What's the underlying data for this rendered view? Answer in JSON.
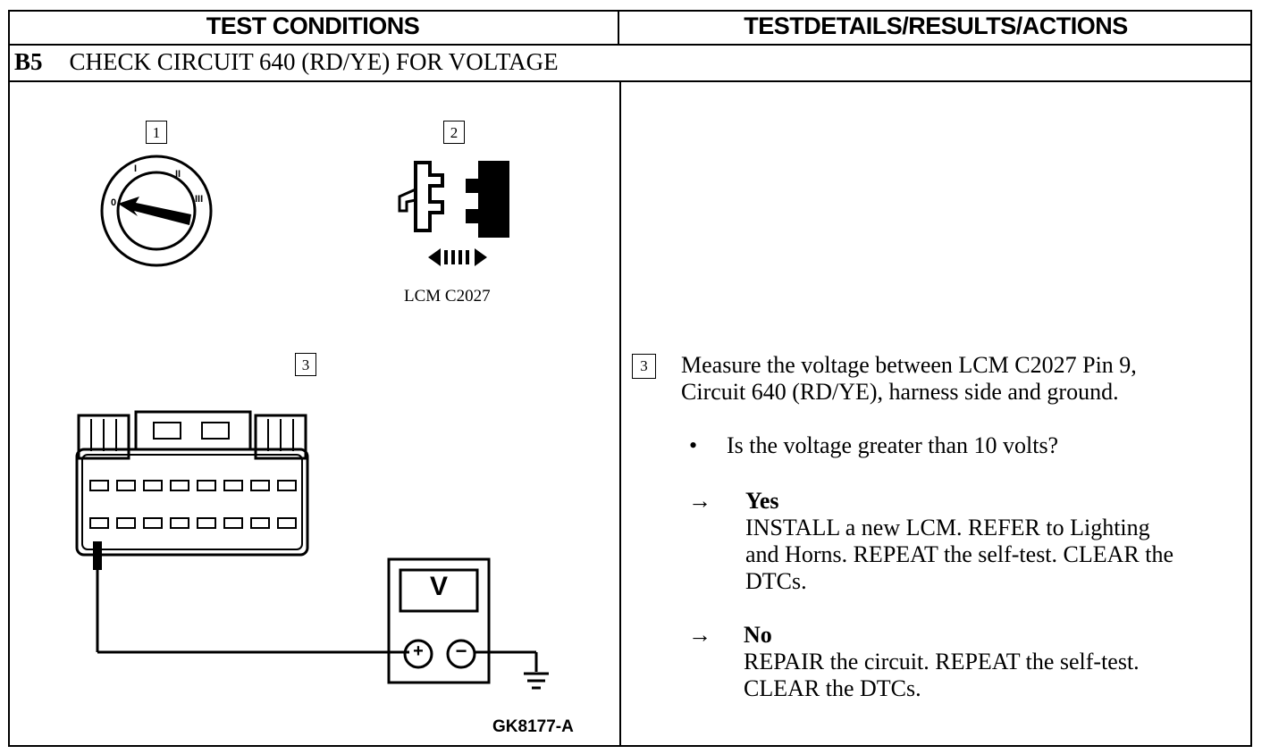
{
  "header": {
    "left_title": "TEST CONDITIONS",
    "right_title": "TESTDETAILS/RESULTS/ACTIONS"
  },
  "step": {
    "code": "B5",
    "title": "CHECK CIRCUIT 640 (RD/YE) FOR VOLTAGE"
  },
  "figure": {
    "callout_1": "1",
    "callout_2": "2",
    "callout_3": "3",
    "connector_label": "LCM C2027",
    "figure_id": "GK8177-A",
    "meter_label": "V",
    "meter_plus": "+",
    "meter_minus": "−",
    "icons": [
      "ignition-switch-off-icon",
      "connector-disconnect-icon",
      "lcm-connector-icon",
      "voltmeter-icon",
      "ground-icon"
    ]
  },
  "details": {
    "callout": "3",
    "instruction_line1": "Measure the voltage between LCM C2027 Pin 9,",
    "instruction_line2": "Circuit 640 (RD/YE), harness side and ground.",
    "bullet": "•",
    "question": "Is the voltage greater than 10 volts?",
    "arrow": "→",
    "yes": {
      "label": "Yes",
      "line1": "INSTALL a new LCM. REFER to Lighting",
      "line2": "and Horns. REPEAT the self-test. CLEAR the",
      "line3": "DTCs."
    },
    "no": {
      "label": "No",
      "line1": "REPAIR the circuit. REPEAT the self-test.",
      "line2": "CLEAR the DTCs."
    }
  }
}
